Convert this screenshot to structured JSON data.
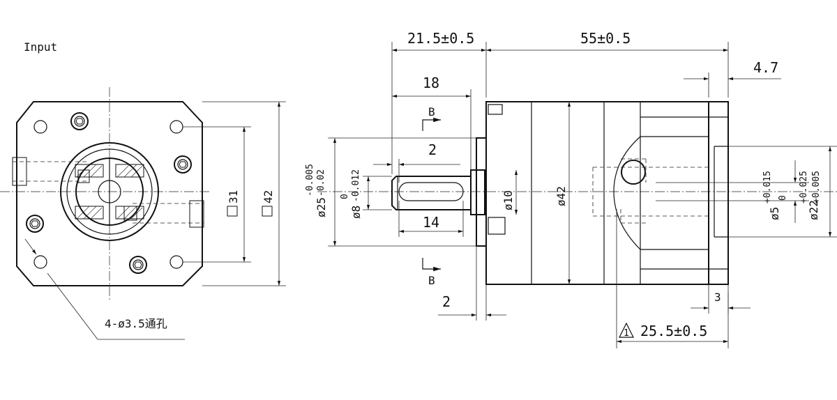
{
  "title": "Input",
  "left_view": {
    "square_inner": "31",
    "square_outer": "42",
    "hole_note": "4-ø3.5通孔"
  },
  "dims": {
    "total_left": "21.5±0.5",
    "total_right": "55±0.5",
    "flange_gap": "4.7",
    "shaft_len": "18",
    "key_offset": "2",
    "key_len": "14",
    "plate": "2",
    "tail": "3",
    "base_len": "25.5±0.5",
    "base_tri": "1",
    "section_mark": "B"
  },
  "diameters": {
    "d25": "ø25",
    "d25_tol_top": "-0.005",
    "d25_tol_bot": "-0.02",
    "d8": "ø8",
    "d8_tol_top": "0",
    "d8_tol_bot": "-0.012",
    "d10": "ø10",
    "d42": "ø42",
    "d5": "ø5",
    "d5_tol_top": "+0.015",
    "d5_tol_bot": "0",
    "d22": "ø22",
    "d22_tol_top": "+0.025",
    "d22_tol_bot": "+0.005"
  }
}
